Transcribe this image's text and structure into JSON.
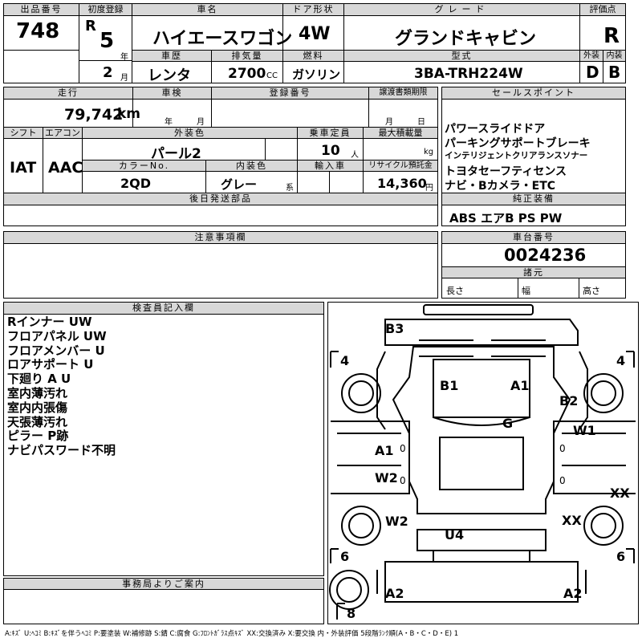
{
  "headers": {
    "lot_no": "出品番号",
    "first_reg": "初度登録",
    "car_name": "車名",
    "door": "ドア形状",
    "grade": "グレード",
    "score": "評価点",
    "year_unit": "年",
    "history": "車歴",
    "displacement": "排気量",
    "fuel": "燃料",
    "model_code": "型式",
    "exterior": "外装",
    "interior": "内装",
    "month_unit": "月",
    "mileage": "走行",
    "inspection": "車検",
    "reg_no": "登録番号",
    "transfer": "譲渡書類期限",
    "sales_points": "セールスポイント",
    "shift": "シフト",
    "aircon": "エアコン",
    "ext_color": "外装色",
    "capacity": "乗車定員",
    "max_load": "最大積載量",
    "color_no": "カラーNo.",
    "int_color": "内装色",
    "import": "輸入車",
    "recycle": "リサイクル預託金",
    "later_parts": "後日発送部品",
    "genuine_equip": "純正装備",
    "notes": "注意事項欄",
    "chassis_no": "車台番号",
    "specs": "諸元",
    "length": "長さ",
    "width": "幅",
    "height": "高さ",
    "inspector": "検査員記入欄",
    "office": "事務局よりご案内"
  },
  "lot": {
    "number": "748"
  },
  "reg": {
    "era": "R",
    "year": "5",
    "month": "2"
  },
  "car": {
    "name": "ハイエースワゴン",
    "door": "4W",
    "grade": "グランドキャビン",
    "score": "R",
    "history": "レンタ",
    "displacement": "2700",
    "cc": "CC",
    "fuel": "ガソリン",
    "model_code": "3BA-TRH224W",
    "exterior_score": "D",
    "interior_score": "B"
  },
  "mileage": {
    "value": "79,742",
    "unit": "km"
  },
  "inspection": {
    "year": "年",
    "month": "月"
  },
  "transfer": {
    "month": "月",
    "day": "日"
  },
  "spec": {
    "shift": "IAT",
    "aircon": "AAC",
    "ext_color": "パール2",
    "capacity": "10",
    "capacity_unit": "人",
    "load_unit": "kg",
    "color_no": "2QD",
    "int_color": "グレー",
    "int_suffix": "系",
    "recycle": "14,360",
    "recycle_unit": "円"
  },
  "sales_points": [
    "パワースライドドア",
    "パーキングサポートブレーキ",
    "インテリジェントクリアランスソナー",
    "トヨタセーフティセンス",
    "ナビ・Bカメラ・ETC"
  ],
  "genuine_equipment": "ABS エアB PS PW",
  "chassis": {
    "number": "0024236"
  },
  "inspector_notes": [
    "Rインナー UW",
    "フロアパネル UW",
    "フロアメンバー U",
    "ロアサポート U",
    "下廻り A U",
    "室内薄汚れ",
    "室内内張傷",
    "天張薄汚れ",
    "ピラー P跡",
    "ナビパスワード不明"
  ],
  "diagram_marks": {
    "b3": "B3",
    "b1": "B1",
    "a1_roof": "A1",
    "b2": "B2",
    "g": "G",
    "w1": "W1",
    "a1_left": "A1",
    "w2_left": "W2",
    "w2_left_low": "W2",
    "u4": "U4",
    "xx_right": "XX",
    "xx_right_low": "XX",
    "a2_left": "A2",
    "a2_right": "A2",
    "tire_fl": "4",
    "tire_fr": "4",
    "tire_rl": "6",
    "tire_rr": "6",
    "spare": "8",
    "o_left_front": "0",
    "o_left_rear": "0",
    "o_right_front": "0",
    "o_right_rear": "0"
  },
  "legend": "A:ｷｽﾞ U:ﾍｺﾐ B:ｷｽﾞを伴うﾍｺﾐ P:要塗装 W:補修跡 S:錆 C:腐食 G:ﾌﾛﾝﾄｶﾞﾗｽ点ｷｽﾞ XX:交換済み X:要交換 内・外装評価 5段階ﾗﾝｸ順(A・B・C・D・E) 1"
}
